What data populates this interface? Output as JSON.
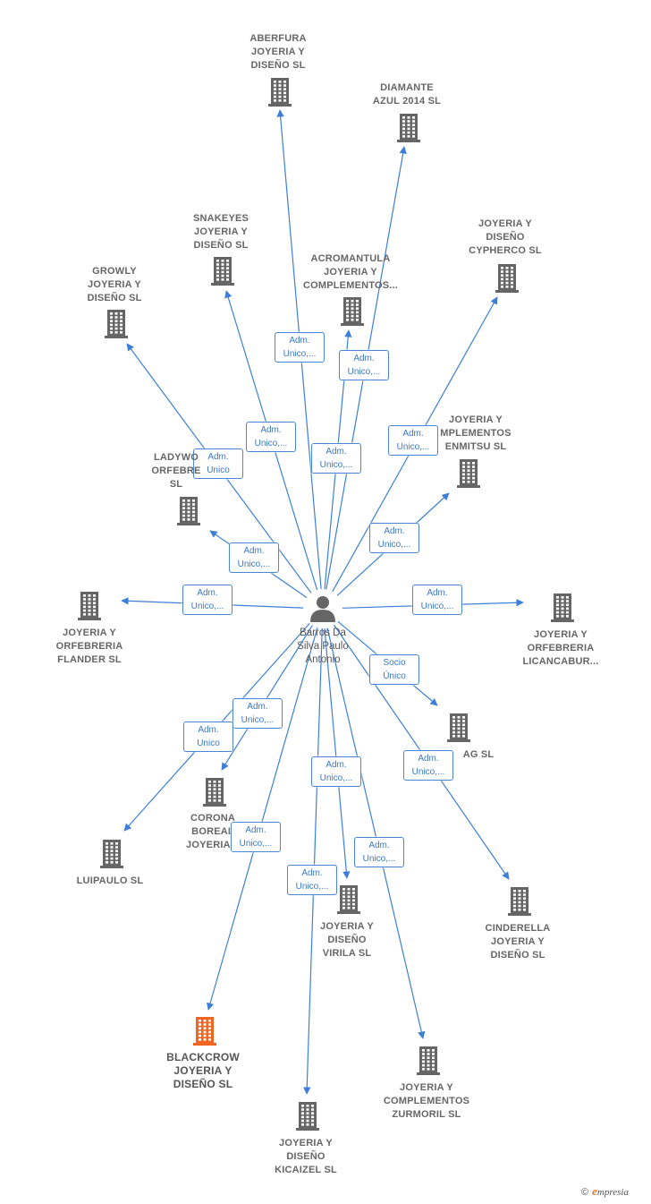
{
  "colors": {
    "node": "#666666",
    "highlight": "#f26522",
    "edge": "#3d7fd6",
    "person": "#666666"
  },
  "center": {
    "name": "Barros Da\nSilva Paulo\nAntonio",
    "icon": "person-icon"
  },
  "companies": [
    {
      "id": "aberfura",
      "name": "ABERFURA\nJOYERIA Y\nDISEÑO  SL",
      "role": "Adm.\nUnico,..."
    },
    {
      "id": "diamante",
      "name": "DIAMANTE\nAZUL 2014 SL",
      "role": "Adm.\nUnico,..."
    },
    {
      "id": "snakeyes",
      "name": "SNAKEYES\nJOYERIA Y\nDISEÑO  SL",
      "role": "Adm.\nUnico,..."
    },
    {
      "id": "acromantula",
      "name": "ACROMANTULA\nJOYERIA Y\nCOMPLEMENTOS...",
      "role": "Adm.\nUnico,..."
    },
    {
      "id": "cypherco",
      "name": "JOYERIA Y\nDISEÑO\nCYPHERCO  SL",
      "role": "Adm.\nUnico,..."
    },
    {
      "id": "growly",
      "name": "GROWLY\nJOYERIA Y\nDISEÑO  SL",
      "role": "Adm.\nUnico"
    },
    {
      "id": "enmitsu",
      "name": "JOYERIA Y\nMPLEMENTOS\nENMITSU  SL",
      "role": "Adm.\nUnico,..."
    },
    {
      "id": "ladywo",
      "name": "LADYWO\nORFEBRE\nSL",
      "role": "Adm.\nUnico,..."
    },
    {
      "id": "flander",
      "name": "JOYERIA Y\nORFEBRERIA\nFLANDER  SL",
      "role": "Adm.\nUnico,..."
    },
    {
      "id": "licancabur",
      "name": "JOYERIA Y\nORFEBRERIA\nLICANCABUR...",
      "role": "Adm.\nUnico,..."
    },
    {
      "id": "ag",
      "name": "AG  SL",
      "role": "Socio\nÚnico"
    },
    {
      "id": "corona",
      "name": "CORONA\nBOREAL\nJOYERIA Y",
      "role": "Adm.\nUnico,..."
    },
    {
      "id": "luipaulo",
      "name": "LUIPAULO  SL",
      "role": "Adm.\nUnico"
    },
    {
      "id": "cinderella",
      "name": "CINDERELLA\nJOYERIA Y\nDISEÑO  SL",
      "role": "Adm.\nUnico,..."
    },
    {
      "id": "virila",
      "name": "JOYERIA Y\nDISEÑO\nVIRILA  SL",
      "role": "Adm.\nUnico,..."
    },
    {
      "id": "blackcrow",
      "name": "BLACKCROW\nJOYERIA Y\nDISEÑO  SL",
      "role": "Adm.\nUnico,...",
      "highlight": true
    },
    {
      "id": "zurmoril",
      "name": "JOYERIA Y\nCOMPLEMENTOS\nZURMORIL  SL",
      "role": "Adm.\nUnico,..."
    },
    {
      "id": "kicaizel",
      "name": "JOYERIA Y\nDISEÑO\nKICAIZEL  SL",
      "role": "Adm.\nUnico,..."
    }
  ],
  "brand": {
    "copyright": "©",
    "name": "mpresia",
    "initial": "e"
  }
}
